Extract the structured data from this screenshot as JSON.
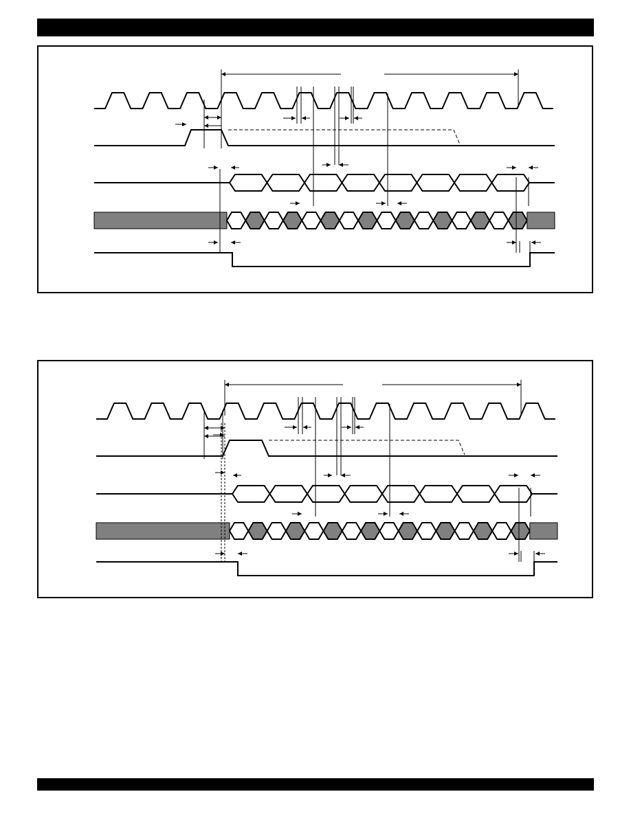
{
  "page": {
    "header_bar": "",
    "footer_bar": ""
  },
  "colors": {
    "ink": "#000000",
    "shade": "#808080",
    "background": "#ffffff"
  },
  "diagrams": [
    {
      "name": "timing-diagram-1",
      "signals": [
        "clock",
        "pulse",
        "data-bus",
        "shaded-data-bus",
        "enable"
      ],
      "valid_data_slots": 8,
      "shaded_data_slots": 8,
      "pulse_edges": "fast",
      "dashed_extension": true
    },
    {
      "name": "timing-diagram-2",
      "signals": [
        "clock",
        "pulse",
        "data-bus",
        "shaded-data-bus",
        "enable"
      ],
      "valid_data_slots": 8,
      "shaded_data_slots": 8,
      "pulse_edges": "delayed",
      "dashed_extension": true
    }
  ]
}
